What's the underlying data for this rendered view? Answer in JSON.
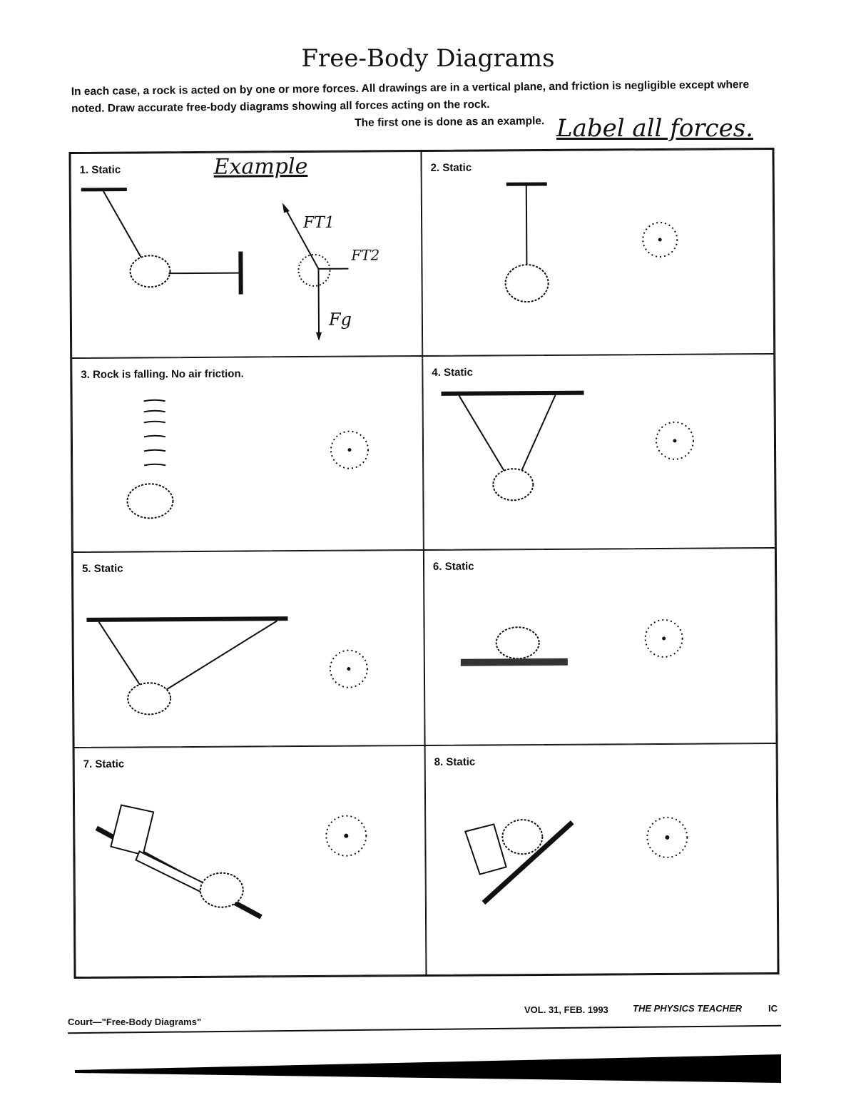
{
  "title": "Free-Body Diagrams",
  "intro": {
    "line1": "In each case, a rock is acted on by one or more forces. All drawings are in a vertical plane, and friction is negligible except where noted. Draw accurate free-body diagrams showing all forces acting on the rock.",
    "line2": "The first one is done as an example.",
    "handwritten_note": "Label all forces."
  },
  "panels": [
    {
      "label": "1. Static",
      "note": "Example",
      "forces": [
        "FT1",
        "FT2",
        "Fg"
      ]
    },
    {
      "label": "2. Static"
    },
    {
      "label": "3. Rock is falling. No air friction."
    },
    {
      "label": "4. Static"
    },
    {
      "label": "5. Static"
    },
    {
      "label": "6. Static"
    },
    {
      "label": "7. Static"
    },
    {
      "label": "8. Static"
    }
  ],
  "footer": {
    "left": "Court—\"Free-Body Diagrams\"",
    "right": "VOL. 31, FEB. 1993",
    "journal": "THE PHYSICS TEACHER",
    "page": "IC"
  }
}
